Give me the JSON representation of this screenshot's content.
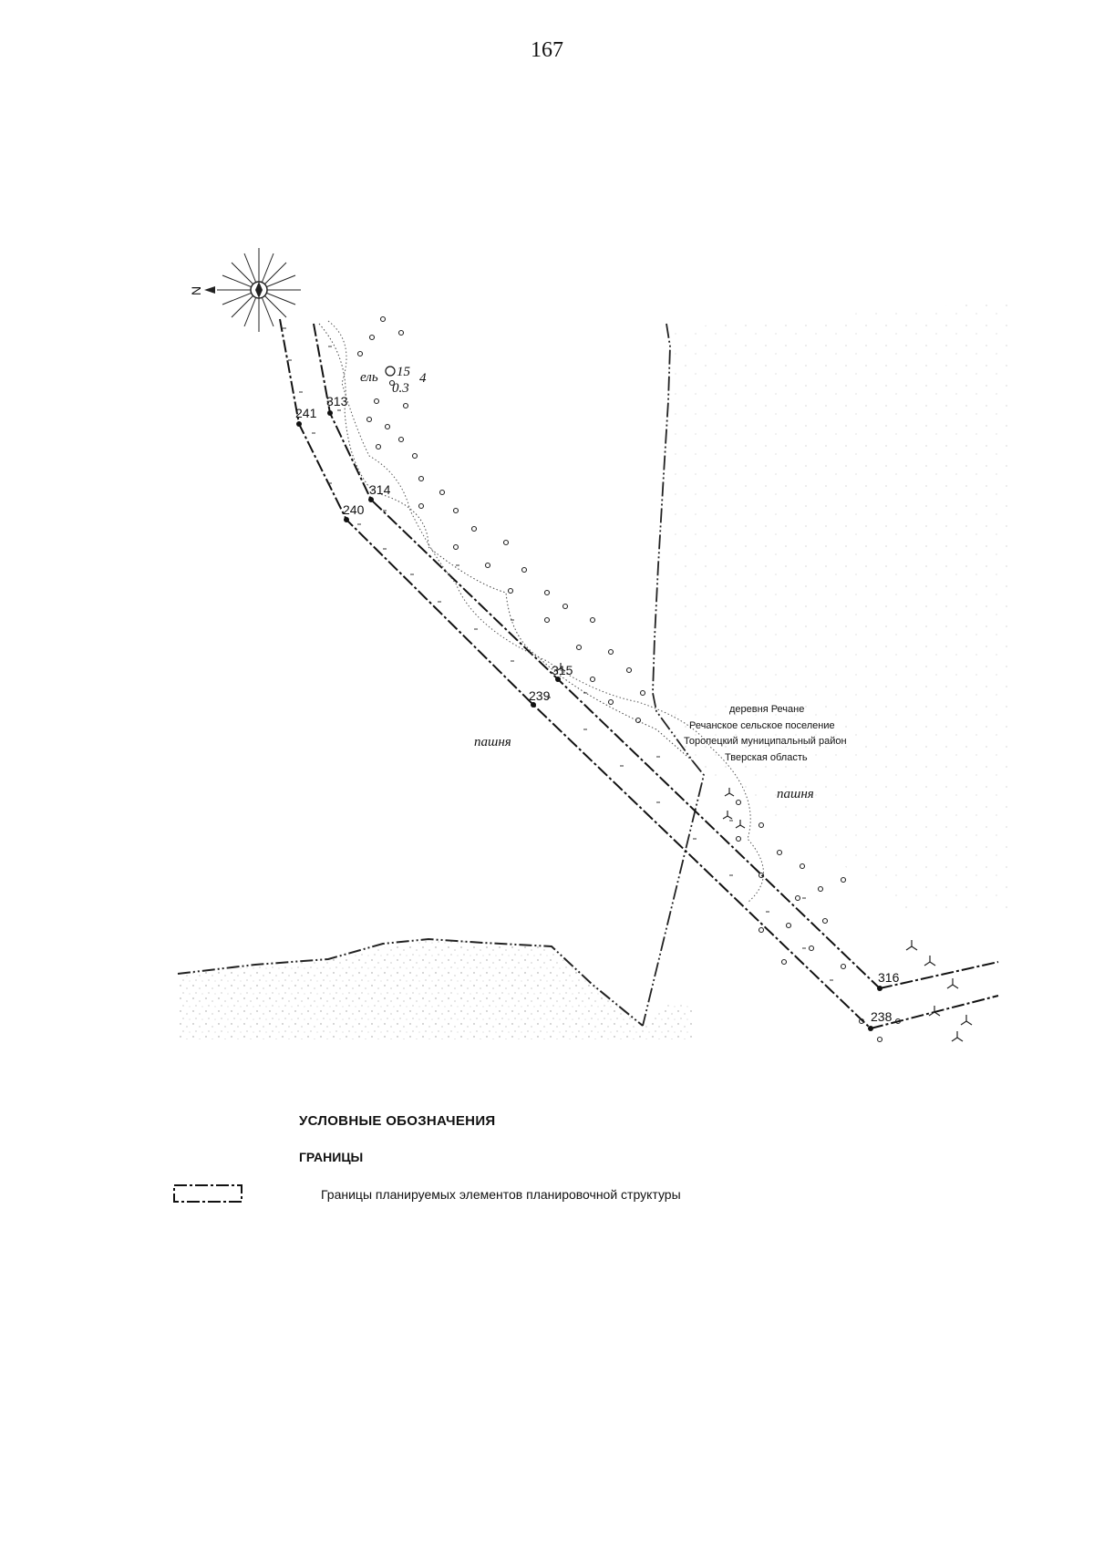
{
  "page_number": "167",
  "map": {
    "north_letter": "N",
    "points": [
      {
        "id": "241"
      },
      {
        "id": "240"
      },
      {
        "id": "239"
      },
      {
        "id": "238"
      },
      {
        "id": "313"
      },
      {
        "id": "314"
      },
      {
        "id": "315"
      },
      {
        "id": "316"
      }
    ],
    "tree_label": "ель",
    "tree_height": "15",
    "tree_count": "4",
    "tree_diameter": "0.3",
    "field_label_1": "пашня",
    "field_label_2": "пашня",
    "settlement": {
      "village": "деревня Речане",
      "rural": "Речанское сельское поселение",
      "district": "Торопецкий муниципальный район",
      "region": "Тверская область"
    }
  },
  "legend": {
    "title": "УСЛОВНЫЕ ОБОЗНАЧЕНИЯ",
    "section": "ГРАНИЦЫ",
    "items": [
      {
        "text": "Границы планируемых элементов планировочной структуры"
      }
    ]
  }
}
